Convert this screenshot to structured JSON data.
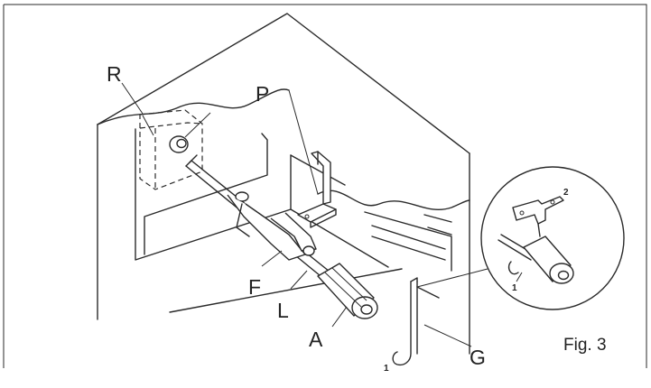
{
  "labels": {
    "r": "R",
    "p": "P",
    "f": "F",
    "l": "L",
    "a": "A",
    "g": "G",
    "one_main": "1",
    "one_inset": "1",
    "two_inset": "2"
  },
  "figure_caption": "Fig. 3"
}
